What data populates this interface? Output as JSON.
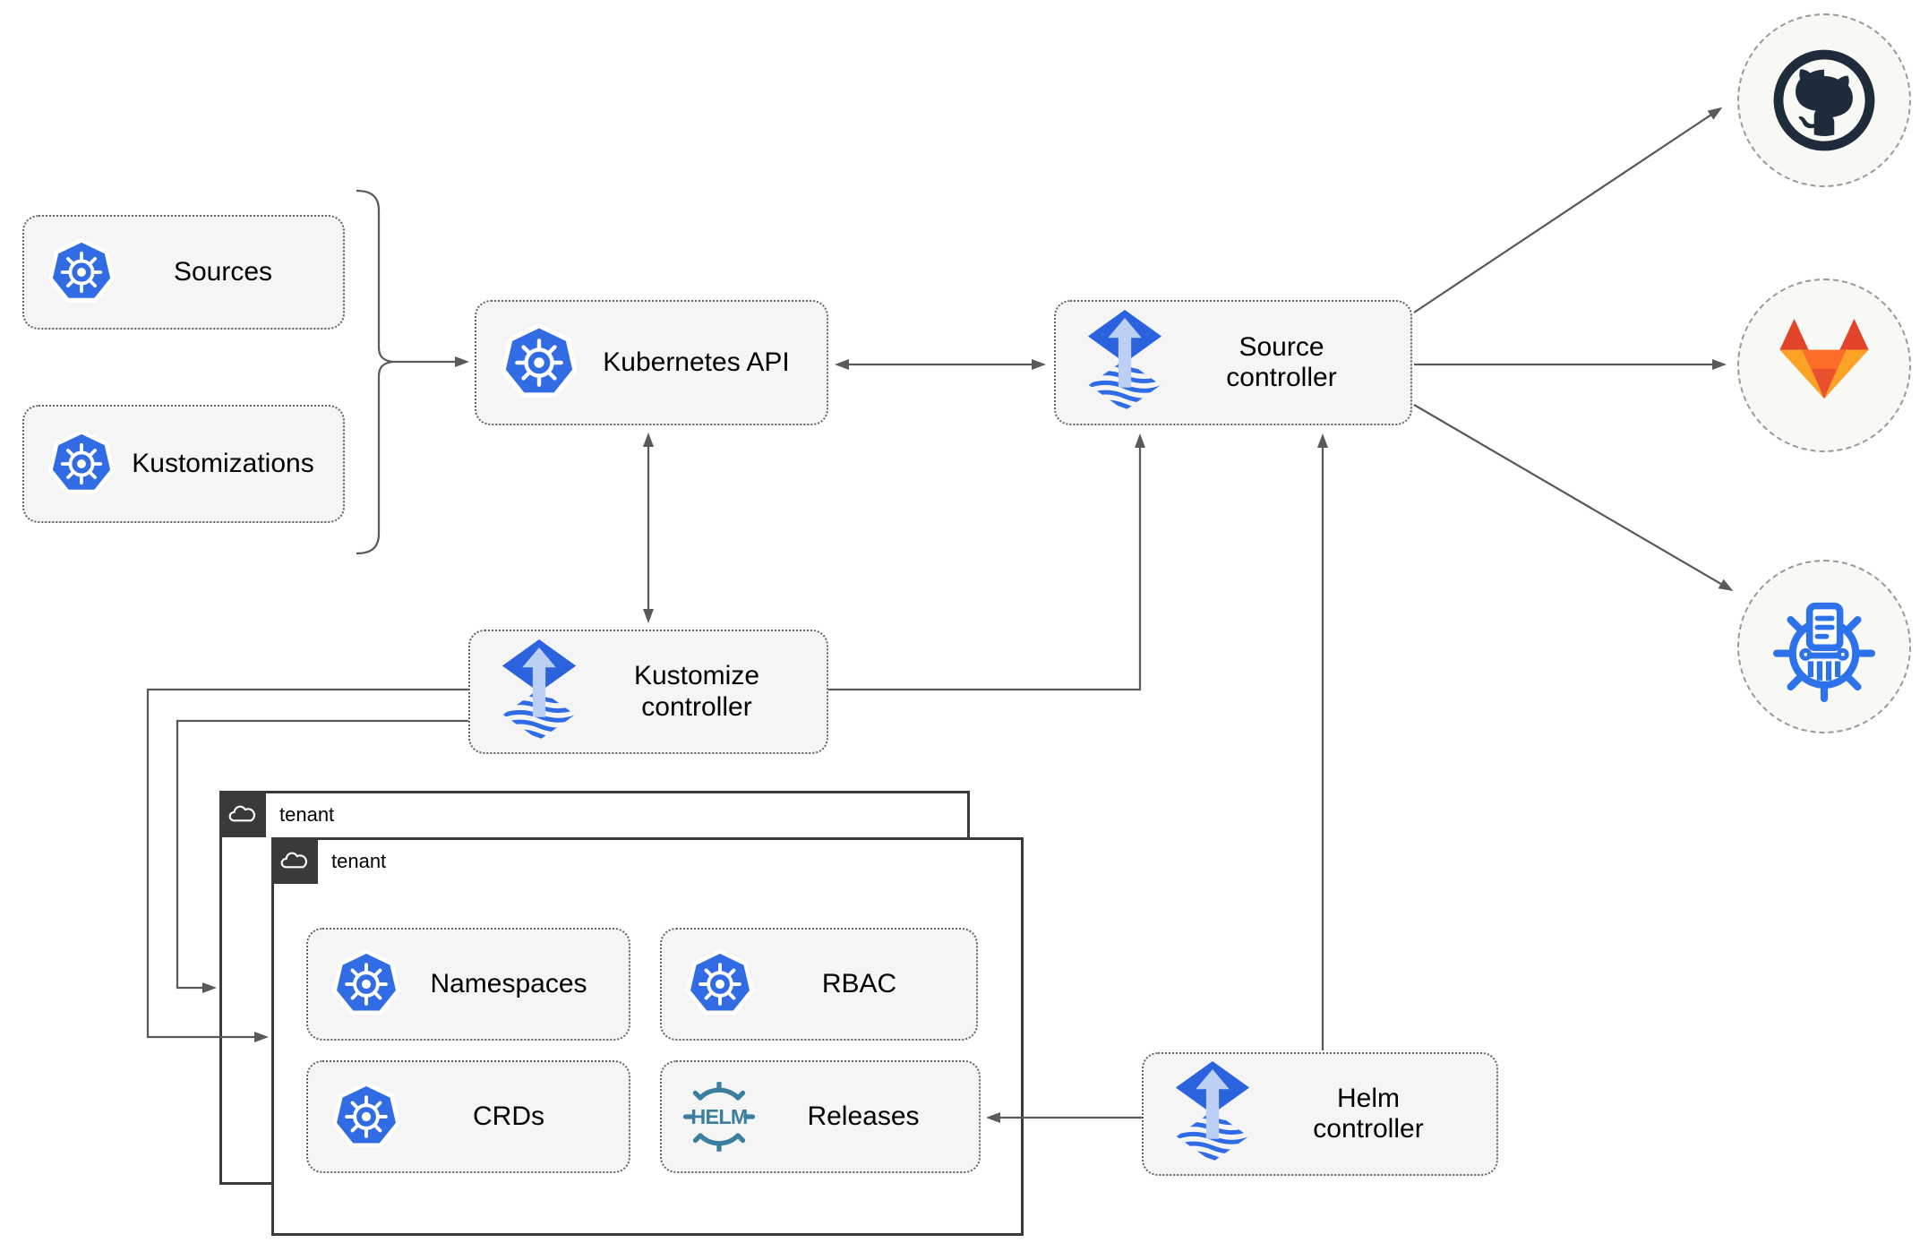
{
  "nodes": {
    "sources": {
      "label": "Sources",
      "icon": "kubernetes-icon"
    },
    "kustomizations": {
      "label": "Kustomizations",
      "icon": "kubernetes-icon"
    },
    "kubernetes_api": {
      "label": "Kubernetes API",
      "icon": "kubernetes-icon"
    },
    "source_controller": {
      "line1": "Source",
      "line2": "controller",
      "icon": "flux-icon"
    },
    "kustomize_controller": {
      "line1": "Kustomize",
      "line2": "controller",
      "icon": "flux-icon"
    },
    "helm_controller": {
      "line1": "Helm",
      "line2": "controller",
      "icon": "flux-icon"
    },
    "namespaces": {
      "label": "Namespaces",
      "icon": "kubernetes-icon"
    },
    "rbac": {
      "label": "RBAC",
      "icon": "kubernetes-icon"
    },
    "crds": {
      "label": "CRDs",
      "icon": "kubernetes-icon"
    },
    "releases": {
      "label": "Releases",
      "icon": "helm-logo",
      "logo_text": "HELM"
    }
  },
  "groups": {
    "outer_tenant": {
      "label": "tenant",
      "icon": "cloud-icon"
    },
    "inner_tenant": {
      "label": "tenant",
      "icon": "cloud-icon"
    }
  },
  "external_targets": [
    {
      "icon": "github-icon"
    },
    {
      "icon": "gitlab-icon"
    },
    {
      "icon": "storage-bucket-icon"
    }
  ],
  "colors": {
    "kubernetes_blue": "#326ce5",
    "flux_blue": "#2b63df",
    "flux_light_arrow": "#bcd0f5",
    "helm_teal": "#3b7f9e",
    "github_dark": "#1d2b3a",
    "gitlab_dark_orange": "#e24329",
    "gitlab_orange": "#fc6d26",
    "gitlab_light_orange": "#fca326",
    "connector_gray": "#5a5a5a",
    "node_fill": "#f5f5f5",
    "tenant_border": "#3a3a3a",
    "circle_fill": "#f8f8f5"
  }
}
